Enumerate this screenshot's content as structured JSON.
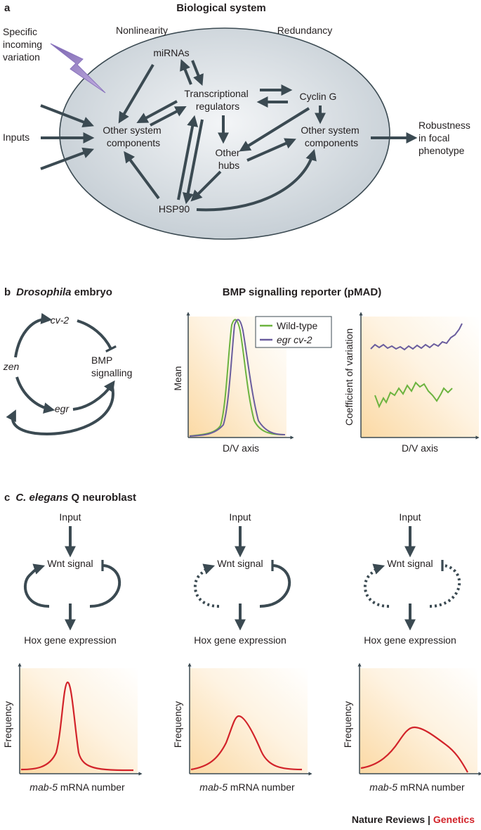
{
  "panel_a": {
    "letter": "a",
    "title": "Biological system",
    "nonlinearity": "Nonlinearity",
    "redundancy": "Redundancy",
    "specific_variation": [
      "Specific",
      "incoming",
      "variation"
    ],
    "inputs": "Inputs",
    "mirnas": "miRNAs",
    "transcriptional": [
      "Transcriptional",
      "regulators"
    ],
    "cyclin": "Cyclin G",
    "other_left": [
      "Other system",
      "components"
    ],
    "other_right": [
      "Other system",
      "components"
    ],
    "other_hubs": [
      "Other",
      "hubs"
    ],
    "hsp90": "HSP90",
    "robustness": [
      "Robustness",
      "in focal",
      "phenotype"
    ]
  },
  "panel_b": {
    "letter": "b",
    "title_italic": "Drosophila",
    "title_rest": " embryo",
    "reporter_title": "BMP signalling reporter (pMAD)",
    "cv2": "cv-2",
    "zen": "zen",
    "egr": "egr",
    "bmp": [
      "BMP",
      "signalling"
    ],
    "mean_label": "Mean",
    "cov_label": "Coefficient of variation",
    "dv_axis": "D/V axis",
    "legend": [
      {
        "label": "Wild-type",
        "color": "#6cb33f"
      },
      {
        "label": "egr cv-2",
        "color": "#6a5d9e"
      }
    ]
  },
  "panel_c": {
    "letter": "c",
    "title_italic": "C. elegans",
    "title_rest": " Q neuroblast",
    "input": "Input",
    "wnt": "Wnt signal",
    "hox": "Hox gene expression",
    "frequency": "Frequency",
    "mab_italic": "mab-5",
    "mab_rest": " mRNA number"
  },
  "footer": {
    "brand": "Nature Reviews",
    "separator": " | ",
    "section": "Genetics"
  },
  "colors": {
    "arrow": "#3b4a52",
    "wildtype": "#6cb33f",
    "mutant": "#6a5d9e",
    "distribution": "#d2232a",
    "lightning": "#9b7fc4",
    "section_red": "#d2232a"
  }
}
